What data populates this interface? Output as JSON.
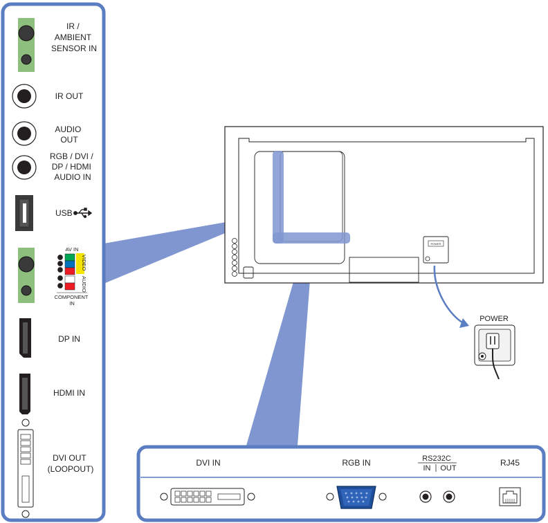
{
  "side_panel": {
    "ports": [
      {
        "id": "ir-ambient",
        "label_lines": [
          "IR /",
          "AMBIENT",
          "SENSOR IN"
        ]
      },
      {
        "id": "ir-out",
        "label_lines": [
          "IR OUT"
        ]
      },
      {
        "id": "audio-out",
        "label_lines": [
          "AUDIO",
          "OUT"
        ]
      },
      {
        "id": "pc-audio-in",
        "label_lines": [
          "RGB / DVI /",
          "DP / HDMI",
          "AUDIO IN"
        ]
      },
      {
        "id": "usb",
        "label_lines": [
          "USB"
        ]
      },
      {
        "id": "av-component",
        "label_lines": []
      },
      {
        "id": "dp-in",
        "label_lines": [
          "DP IN"
        ]
      },
      {
        "id": "hdmi-in",
        "label_lines": [
          "HDMI IN"
        ]
      },
      {
        "id": "dvi-out",
        "label_lines": [
          "DVI OUT",
          "(LOOPOUT)"
        ]
      }
    ],
    "av_block": {
      "top_label": "AV IN",
      "video_label": "VIDEO",
      "audio_label": "AUDIO",
      "bottom_label_lines": [
        "COMPONENT",
        "IN"
      ]
    }
  },
  "bottom_panel": {
    "ports": [
      {
        "id": "dvi-in",
        "label": "DVI IN"
      },
      {
        "id": "rgb-in",
        "label": "RGB IN"
      },
      {
        "id": "rs232c",
        "label": "RS232C",
        "sub_in": "IN",
        "sub_out": "OUT"
      },
      {
        "id": "rj45",
        "label": "RJ45"
      }
    ]
  },
  "power": {
    "label": "POWER",
    "small_label": "POWER"
  },
  "colors": {
    "frame": "#5b7dc1",
    "highlight": "#7f96d0",
    "sensor_green": "#8fbf7f",
    "video_yellow": "#f5e400",
    "green_jack": "#00a651",
    "blue_jack": "#0072bc",
    "red_jack": "#ed1c24"
  }
}
